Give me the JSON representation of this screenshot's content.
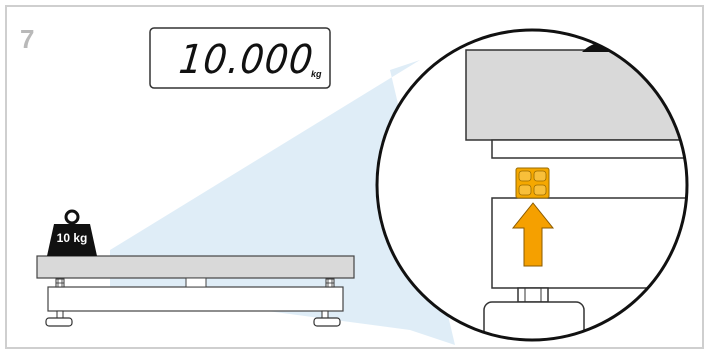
{
  "step": {
    "number": "7"
  },
  "display": {
    "value": "10.000",
    "unit": "kg"
  },
  "weight": {
    "label": "10 kg"
  },
  "colors": {
    "frame": "#cfcfcf",
    "zoom_beam": "#dcebf6",
    "platform": "#d9d9d9",
    "weight": "#111111",
    "shim": "#f5a800",
    "arrow": "#f5a000",
    "display_border": "#333333"
  },
  "icons": {
    "weight": "weight-icon",
    "arrow": "arrow-up-icon",
    "shim": "shim-block-icon"
  }
}
